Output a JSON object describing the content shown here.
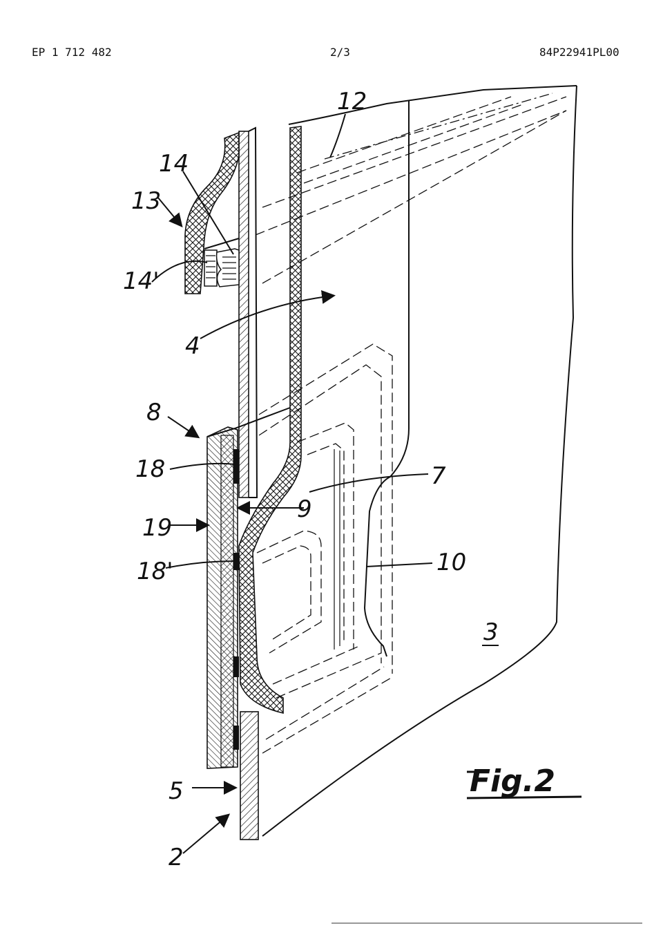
{
  "header": {
    "doc_number": "EP 1 712 482",
    "page": "2/3",
    "ref_code": "84P22941PL00"
  },
  "labels": {
    "l12": "12",
    "l14": "14",
    "l13": "13",
    "l14p": "14'",
    "l4": "4",
    "l8": "8",
    "l18": "18",
    "l7": "7",
    "l9": "9",
    "l19": "19",
    "l10": "10",
    "l18p": "18'",
    "l3": "3",
    "l5": "5",
    "l2": "2"
  },
  "figure_caption": "Fig.2"
}
